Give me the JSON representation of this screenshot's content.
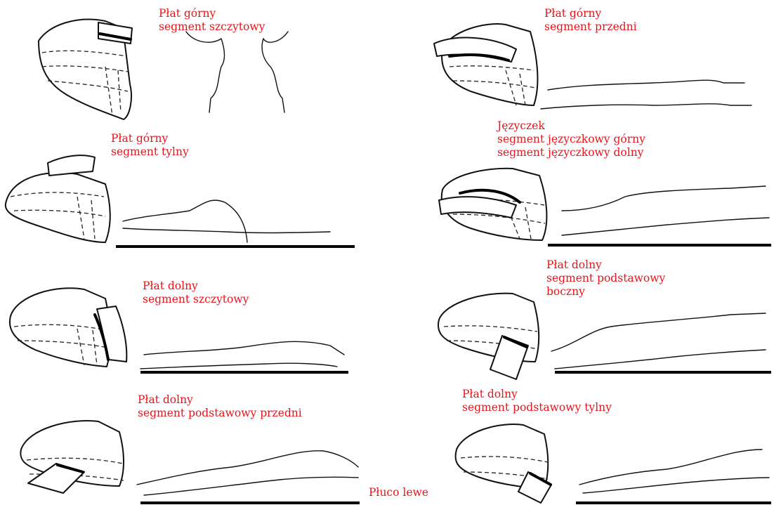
{
  "panels": [
    {
      "id": "p1",
      "lines": [
        "Płat górny",
        "segment szczytowy"
      ]
    },
    {
      "id": "p2",
      "lines": [
        "Płat górny",
        "segment przedni"
      ]
    },
    {
      "id": "p3",
      "lines": [
        "Płat górny",
        "segment tylny"
      ]
    },
    {
      "id": "p4",
      "lines": [
        "Języczek",
        "segment języczkowy górny",
        "segment języczkowy dolny"
      ]
    },
    {
      "id": "p5",
      "lines": [
        "Płat dolny",
        "segment szczytowy"
      ]
    },
    {
      "id": "p6",
      "lines": [
        "Płat dolny",
        "segment podstawowy",
        "boczny"
      ]
    },
    {
      "id": "p7",
      "lines": [
        "Płat dolny",
        "segment podstawowy przedni"
      ]
    },
    {
      "id": "p8",
      "lines": [
        "Płat dolny",
        "segment podstawowy tylny"
      ]
    }
  ],
  "footer": "Płuco lewe",
  "colors": {
    "caption": "#e8141b",
    "ink": "#111111"
  }
}
